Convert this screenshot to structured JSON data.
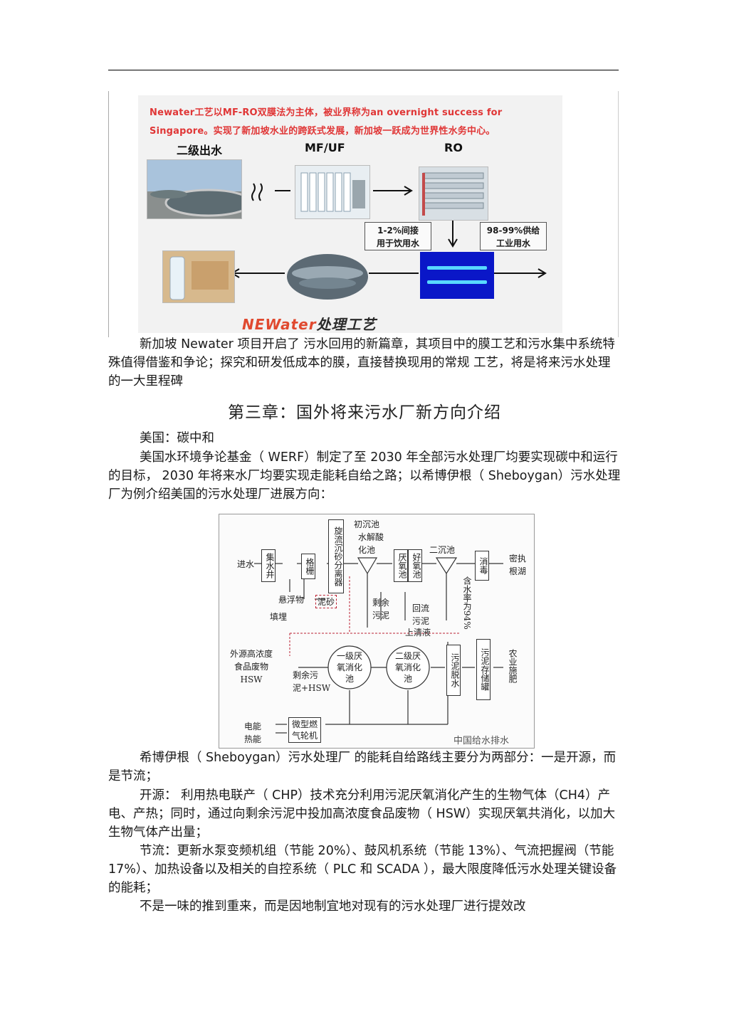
{
  "figure1": {
    "headline": "Newater工艺以MF-RO双膜法为主体，被业界称为an overnight success for Singapore。实现了新加坡水业的跨跃式发展，新加坡一跃成为世界性水务中心。",
    "labels": {
      "secondary": "二级出水",
      "mfuf": "MF/UF",
      "ro": "RO"
    },
    "box_potable": [
      "1-2%间接",
      "用于饮用水"
    ],
    "box_industrial": [
      "98-99%供给",
      "工业用水"
    ],
    "brand_highlight": "NEWater",
    "brand_rest": "处理工艺"
  },
  "paragraphs": {
    "p1": "新加坡 Newater 项目开启了 污水回用的新篇章，其项目中的膜工艺和污水集中系统特殊值得借鉴和争论；探究和研发低成本的膜，直接替换现用的常规 工艺，将是将来污水处理的一大里程碑",
    "heading": "第三章：国外将来污水厂新方向介绍",
    "p2": "美国：碳中和",
    "p3": "美国水环境争论基金（ WERF）制定了至 2030 年全部污水处理厂均要实现碳中和运行的目标， 2030 年将来水厂均要实现走能耗自给之路；以希博伊根（ Sheboygan）污水处理厂为例介绍美国的污水处理厂进展方向：",
    "p4": "希博伊根（ Sheboygan）污水处理厂 的能耗自给路线主要分为两部分：一是开源，而是节流；",
    "p5": "开源： 利用热电联产（ CHP）技术充分利用污泥厌氧消化产生的生物气体（CH4）产电、产热；同时，通过向剩余污泥中投加高浓度食品废物（ HSW）实现厌氧共消化，以加大生物气体产出量；",
    "p6": "节流：更新水泵变频机组（节能 20%）、鼓风机系统（节能 13%）、气流把握阀（节能 17%）、加热设备以及相关的自控系统（ PLC 和 SCADA ），最大限度降低污水处理关键设备的能耗；",
    "p7": "不是一味的推到重来，而是因地制宜地对现有的污水处理厂进行提效改"
  },
  "figure2": {
    "inlet": "进水",
    "collect_well": "集水井",
    "screen": "格栅",
    "grit": "旋流沉砂分离器",
    "primary": "初沉池",
    "hydrolysis": "水解酸化池",
    "anoxic": "厌氧池",
    "aerobic": "好氧池",
    "secondary": "二沉池",
    "disinfect": "消毒",
    "outfall": [
      "密执",
      "根湖"
    ],
    "suspended": "悬浮物",
    "sand": "泥砂",
    "landfill": "填埋",
    "excess_sludge": [
      "剩余",
      "污泥"
    ],
    "return_sludge": [
      "回流",
      "污泥"
    ],
    "supernatant": "上清液",
    "moisture": "含水率为94%",
    "food_waste": [
      "外源高浓度",
      "食品废物",
      "HSW"
    ],
    "excess_hsw": [
      "剩余污",
      "泥+HSW"
    ],
    "digester1": [
      "一级厌",
      "氧消化",
      "池"
    ],
    "digester2": [
      "二级厌",
      "氧消化",
      "池"
    ],
    "dewater": "污泥脱水",
    "storage": "污泥存储罐",
    "fertilizer": "农业施肥",
    "electricity": "电能",
    "heat": "热能",
    "turbine": [
      "微型燃",
      "气轮机"
    ],
    "watermark": "中国给水排水"
  }
}
